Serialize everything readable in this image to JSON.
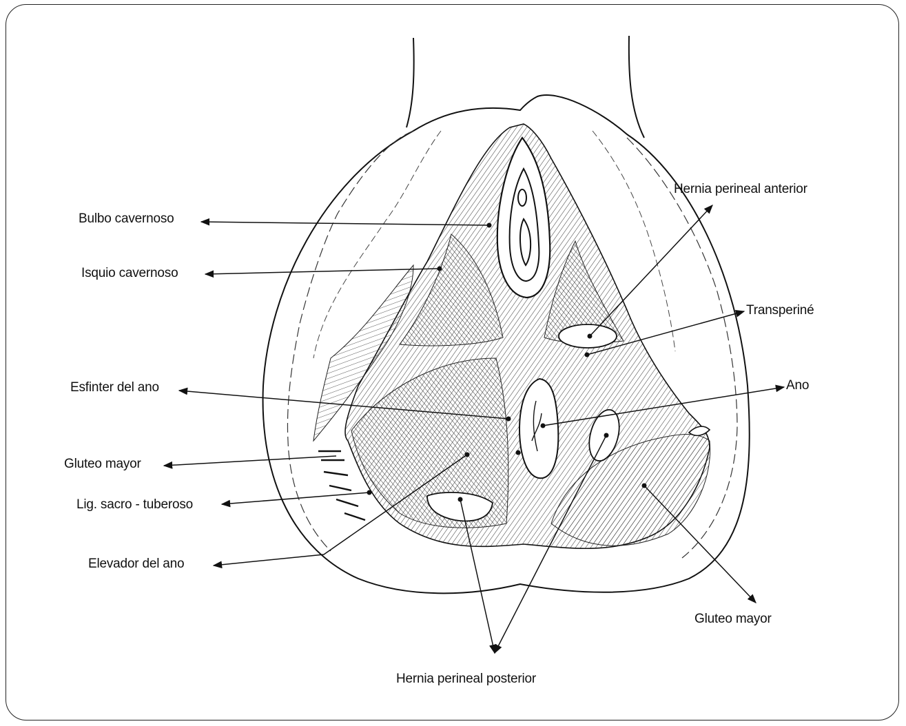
{
  "labels": {
    "bulbo_cavernoso": "Bulbo cavernoso",
    "isquio_cavernoso": "Isquio cavernoso",
    "esfinter_del_ano": "Esfinter del ano",
    "gluteo_mayor_left": "Gluteo mayor",
    "lig_sacro_tuberoso": "Lig. sacro - tuberoso",
    "elevador_del_ano": "Elevador del ano",
    "hernia_perineal_anterior": "Hernia perineal anterior",
    "transperine": "Transperiné",
    "ano": "Ano",
    "gluteo_mayor_right": "Gluteo mayor",
    "hernia_perineal_posterior": "Hernia perineal posterior"
  }
}
